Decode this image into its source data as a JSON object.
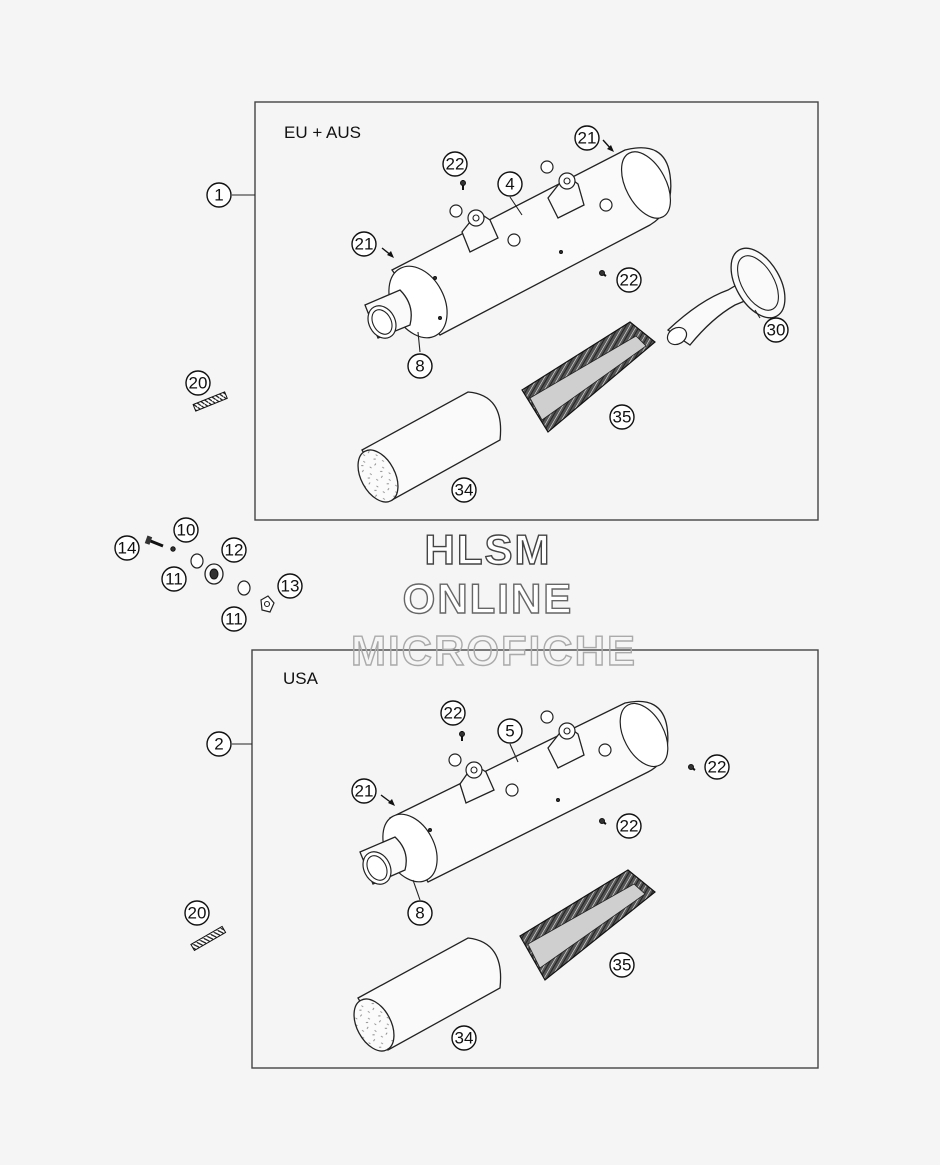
{
  "sections": [
    {
      "label": "EU + AUS",
      "assembly_number": "1",
      "silencer_number": "4"
    },
    {
      "label": "USA",
      "assembly_number": "2",
      "silencer_number": "5"
    }
  ],
  "callouts": {
    "c1": "1",
    "c2": "2",
    "c4": "4",
    "c5": "5",
    "c8a": "8",
    "c8b": "8",
    "c10": "10",
    "c11a": "11",
    "c11b": "11",
    "c12": "12",
    "c13": "13",
    "c14": "14",
    "c20a": "20",
    "c20b": "20",
    "c21a": "21",
    "c21b": "21",
    "c21c": "21",
    "c22a": "22",
    "c22b": "22",
    "c22c": "22",
    "c22d": "22",
    "c22e": "22",
    "c30": "30",
    "c34a": "34",
    "c34b": "34",
    "c35a": "35",
    "c35b": "35"
  },
  "watermark": {
    "line1": "HLSM",
    "line2": "ONLINE",
    "line3": "MICROFICHE"
  }
}
